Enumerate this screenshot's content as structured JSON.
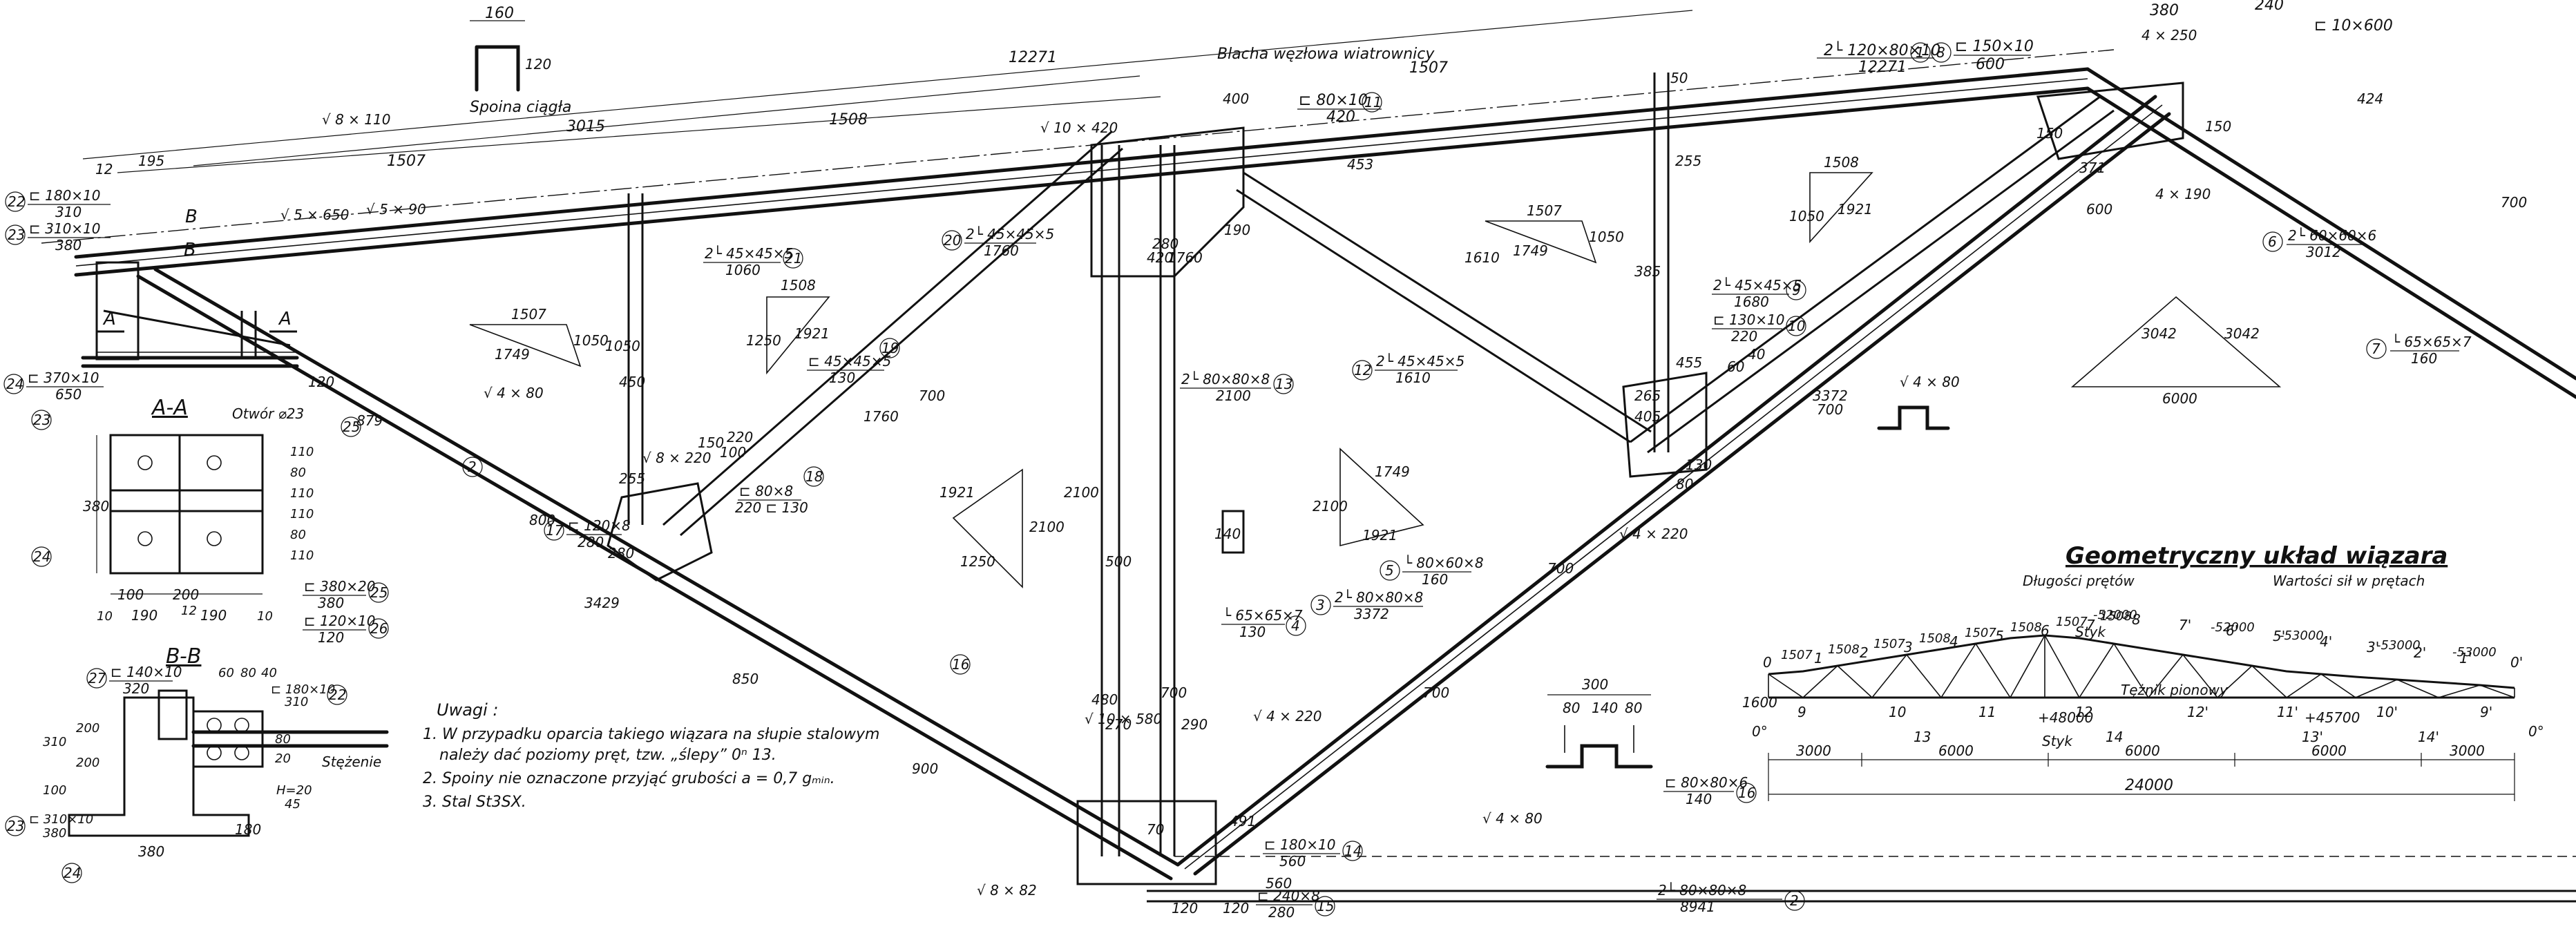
{
  "drawing": {
    "top_profile": {
      "width": "160",
      "height": "120",
      "label": "Spoina ciągła"
    },
    "top_labels": {
      "blacha": "Blacha węzłowa wiatrownicy",
      "d12271": "12271",
      "d1507a": "1507",
      "d3015": "3015",
      "d1508": "1508",
      "d1507b": "1507",
      "d195": "195",
      "d12": "12",
      "d380": "380",
      "d240": "240",
      "d4x250": "4 × 250",
      "d4x190": "4 × 190",
      "d371": "371",
      "d600": "600",
      "d150a": "150",
      "d150b": "150",
      "d190": "190",
      "d280": "280",
      "d420": "420",
      "d400": "400",
      "d453": "453",
      "d424": "424",
      "d700a": "700",
      "d50": "50",
      "d255": "255"
    },
    "parts": {
      "p1": {
        "id": "1",
        "name": "2└ 120×80×10",
        "len": "12271"
      },
      "p8": {
        "id": "8",
        "name": "⊏ 150×10",
        "len": "600"
      },
      "p11": {
        "id": "11",
        "name": "⊏ 80×10",
        "len": "420"
      },
      "p10x600": {
        "name": "⊏ 10×600"
      },
      "p22": {
        "id": "22",
        "name": "⊏ 180×10",
        "len": "310"
      },
      "p23": {
        "id": "23",
        "name": "⊏ 310×10",
        "len": "380"
      },
      "p24": {
        "id": "24",
        "name": "⊏ 370×10",
        "len": "650"
      },
      "p21": {
        "id": "21",
        "name": "2└ 45×45×5",
        "len": "1060"
      },
      "p20": {
        "id": "20",
        "name": "2└ 45×45×5",
        "len": "1760"
      },
      "p19": {
        "id": "19",
        "name": "⊏ 45×45×5",
        "len": "130"
      },
      "p18": {
        "id": "18",
        "name": "⊏ 80×8",
        "len": "220 ⊏ 130"
      },
      "p17": {
        "id": "17",
        "name": "⊏ 120×8",
        "len": "280"
      },
      "p13": {
        "id": "13",
        "name": "2└ 80×80×8",
        "len": "2100"
      },
      "p12": {
        "id": "12",
        "name": "2└ 45×45×5",
        "len": "1610"
      },
      "p9": {
        "id": "9",
        "name": "2└ 45×45×5",
        "len": "1680"
      },
      "p10": {
        "id": "10",
        "name": "⊏ 130×10",
        "len": "220"
      },
      "p6": {
        "id": "6",
        "name": "2└ 60×60×6",
        "len": "3012"
      },
      "p7": {
        "id": "7",
        "name": "└ 65×65×7",
        "len": "160"
      },
      "p5": {
        "id": "5",
        "name": "└ 80×60×8",
        "len": "160"
      },
      "p3": {
        "id": "3",
        "name": "2└ 80×80×8",
        "len": "3372"
      },
      "p4": {
        "id": "4",
        "name": "└ 65×65×7",
        "len": "130"
      },
      "p25": {
        "id": "25",
        "name": "⊏ 380×20",
        "len": "380"
      },
      "p26": {
        "id": "26",
        "name": "⊏ 120×10",
        "len": "120"
      },
      "p27": {
        "id": "27",
        "name": "⊏ 140×10",
        "len": "320"
      },
      "p14": {
        "id": "14",
        "name": "⊏ 180×10",
        "len": "560"
      },
      "p15": {
        "id": "15",
        "name": "⊏ 240×8",
        "len": "280"
      },
      "p16": {
        "id": "16",
        "name": "⊏ 80×80×6",
        "len": "140"
      },
      "p2": {
        "id": "2",
        "name": "2└ 80×80×8",
        "len": "8941"
      }
    },
    "welds": {
      "w8x110": "√ 8 × 110",
      "w5x650": "√ 5 × 650",
      "w5x90": "√ 5 × 90",
      "w10x420": "√ 10 × 420",
      "w4x80a": "√ 4 × 80",
      "w8x220": "√ 8 × 220",
      "w4x220a": "√ 4 × 220",
      "w4x220b": "√ 4 × 220",
      "w10x580": "√ 10 × 580",
      "w8x82": "√ 8 × 82",
      "w4x80b": "√ 4 × 80",
      "w4x80c": "√ 4 × 80"
    },
    "triangles": {
      "t1": {
        "a": "1507",
        "b": "1749",
        "c": "1050"
      },
      "t2": {
        "a": "1508",
        "b": "1921",
        "c": "1250"
      },
      "t3": {
        "a": "1507",
        "b": "1749",
        "c": "1050"
      },
      "t4": {
        "a": "1508",
        "b": "1921",
        "c": "1050"
      },
      "t5": {
        "a": "3042",
        "b": "3042",
        "c": "6000"
      },
      "t6": {
        "a": "1921",
        "b": "2100",
        "c": "1250"
      },
      "t7": {
        "a": "1749",
        "b": "1921",
        "c": "2100"
      }
    },
    "lower_dims": {
      "d879": "879",
      "d800": "800",
      "d3429": "3429",
      "d850": "850",
      "d900": "900",
      "d1760": "1760",
      "d700a": "700",
      "d700b": "700",
      "d700c": "700",
      "d700d": "700",
      "d3372": "3372",
      "d1610": "1610",
      "d700e": "700",
      "d2100": "2100",
      "d500": "500",
      "d480": "480",
      "d270": "270",
      "d290": "290",
      "d120": "120",
      "d70": "70",
      "d120b": "120",
      "d491": "491",
      "d560": "560",
      "d130": "130",
      "d80": "80",
      "d40": "40",
      "d60": "60",
      "d140": "140",
      "d255b": "255",
      "d100": "100",
      "d150c": "150",
      "d220": "220",
      "d1050": "1050",
      "d450": "450",
      "d385": "385",
      "d455": "455",
      "d265": "265",
      "d405": "405",
      "d280b": "280",
      "d1760b": "1760"
    },
    "section_aa": {
      "title": "A-A",
      "hole": "Otwór ⌀23",
      "dims": [
        "380",
        "100",
        "200",
        "10",
        "190",
        "12",
        "190",
        "10",
        "110",
        "80",
        "110",
        "110",
        "80",
        "110"
      ]
    },
    "section_bb": {
      "title": "B-B",
      "dims": [
        "60",
        "80",
        "40",
        "310",
        "200",
        "100",
        "200",
        "380",
        "180",
        "80",
        "20",
        "45",
        "H=20"
      ],
      "label": "Stężenie"
    },
    "notes": {
      "title": "Uwagi :",
      "n1a": "1. W przypadku oparcia takiego wiązara na słupie stalowym",
      "n1b": "należy dać poziomy pręt, tzw. „ślepy” 0ⁿ 13.",
      "n2": "2. Spoiny nie oznaczone przyjąć grubości  a = 0,7 gₘᵢₙ.",
      "n3": "3. Stal  St3SX."
    },
    "box_detail": {
      "top": "300",
      "a": "80",
      "b": "140",
      "c": "80"
    },
    "geom": {
      "title": "Geometryczny układ wiązara",
      "sub1": "Długości prętów",
      "sub2": "Wartości sił w prętach",
      "styk_top": "Styk",
      "styk_bottom": "Styk",
      "tecznik": "Tężnik pionowy",
      "height": "1600",
      "zero_left": "0°",
      "zero_right": "0°",
      "bottom_forces": [
        "+48000",
        "+45700"
      ],
      "top_forces": [
        "-52000",
        "-52000",
        "-53000",
        "-53000",
        "-53000"
      ],
      "nodes_top": [
        "0",
        "1",
        "2",
        "3",
        "4",
        "5",
        "6",
        "7",
        "8",
        "7'",
        "6'",
        "5'",
        "4'",
        "3'",
        "2'",
        "1'",
        "0'"
      ],
      "nodes_bottom": [
        "9",
        "10",
        "11",
        "12",
        "13",
        "14",
        "13'",
        "14'",
        "12'",
        "11'",
        "10'",
        "9'"
      ],
      "bars": [
        "1507",
        "1508",
        "1507",
        "1508",
        "1507",
        "1508",
        "1507",
        "1508"
      ],
      "dims_bottom": [
        "3000",
        "6000",
        "6000",
        "6000",
        "3000"
      ],
      "span": "24000"
    }
  }
}
